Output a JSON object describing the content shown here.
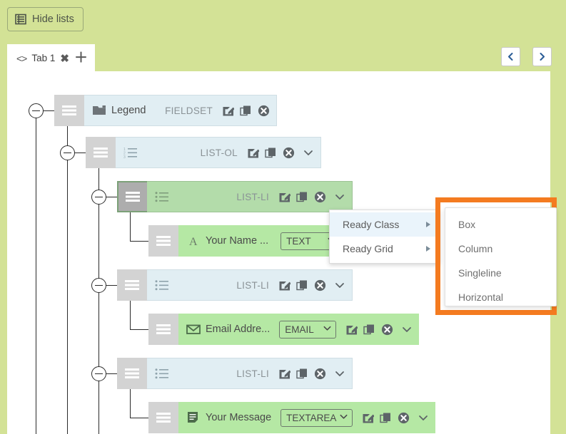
{
  "toolbar": {
    "hide_lists_label": "Hide lists",
    "hide_lists_icon": "list-table-icon",
    "prev_label": "‹",
    "next_label": "›"
  },
  "tabbar": {
    "code_icon": "<>",
    "tab_label": "Tab 1",
    "close_glyph": "✖",
    "add_glyph": "＋"
  },
  "tree": {
    "nodes": [
      {
        "id": "fieldset",
        "glyph_icon": "folder-icon",
        "label": "Legend",
        "type_tag": "FIELDSET",
        "has_select": false,
        "select_value": "",
        "has_row_caret": false,
        "style": "container",
        "selected": false
      },
      {
        "id": "list-ol",
        "glyph_icon": "ordered-list-icon",
        "label": "",
        "type_tag": "LIST-OL",
        "has_select": false,
        "select_value": "",
        "has_row_caret": true,
        "style": "container",
        "selected": false
      },
      {
        "id": "list-li-1",
        "glyph_icon": "unordered-list-icon",
        "label": "",
        "type_tag": "LIST-LI",
        "has_select": false,
        "select_value": "",
        "has_row_caret": true,
        "style": "container",
        "selected": true
      },
      {
        "id": "field-name",
        "glyph_icon": "text-a-icon",
        "label": "Your Name ...",
        "type_tag": "",
        "has_select": true,
        "select_value": "TEXT",
        "has_row_caret": true,
        "style": "field",
        "selected": false
      },
      {
        "id": "list-li-2",
        "glyph_icon": "unordered-list-icon",
        "label": "",
        "type_tag": "LIST-LI",
        "has_select": false,
        "select_value": "",
        "has_row_caret": true,
        "style": "container",
        "selected": false
      },
      {
        "id": "field-email",
        "glyph_icon": "envelope-icon",
        "label": "Email Addre...",
        "type_tag": "",
        "has_select": true,
        "select_value": "EMAIL",
        "has_row_caret": true,
        "style": "field",
        "selected": false
      },
      {
        "id": "list-li-3",
        "glyph_icon": "unordered-list-icon",
        "label": "",
        "type_tag": "LIST-LI",
        "has_select": false,
        "select_value": "",
        "has_row_caret": true,
        "style": "container",
        "selected": false
      },
      {
        "id": "field-message",
        "glyph_icon": "textarea-icon",
        "label": "Your Message",
        "type_tag": "",
        "has_select": true,
        "select_value": "TEXTAREA",
        "has_row_caret": true,
        "style": "field",
        "selected": false
      }
    ],
    "row_actions": {
      "edit_icon": "edit-pencil-icon",
      "copy_icon": "duplicate-icon",
      "delete_icon": "delete-circle-x-icon",
      "expand_icon": "chevron-down-icon"
    }
  },
  "context_menu": {
    "items": [
      {
        "label": "Ready Class",
        "highlighted": true,
        "has_submenu": true
      },
      {
        "label": "Ready Grid",
        "highlighted": false,
        "has_submenu": true
      }
    ]
  },
  "submenu": {
    "items": [
      {
        "label": "Box"
      },
      {
        "label": "Column"
      },
      {
        "label": "Singleline"
      },
      {
        "label": "Horizontal"
      }
    ]
  },
  "colors": {
    "page_background": "#d3e296",
    "panel_background": "#ffffff",
    "container_row": "#e1eef3",
    "field_row": "#b5e8a4",
    "selected_row": "#b3dcaa",
    "handle": "#d3d3d3",
    "selected_handle": "#adadad",
    "highlight_outline": "#f47b20",
    "menu_highlight": "#eaf4fb",
    "tree_line": "#2b2b2b"
  }
}
